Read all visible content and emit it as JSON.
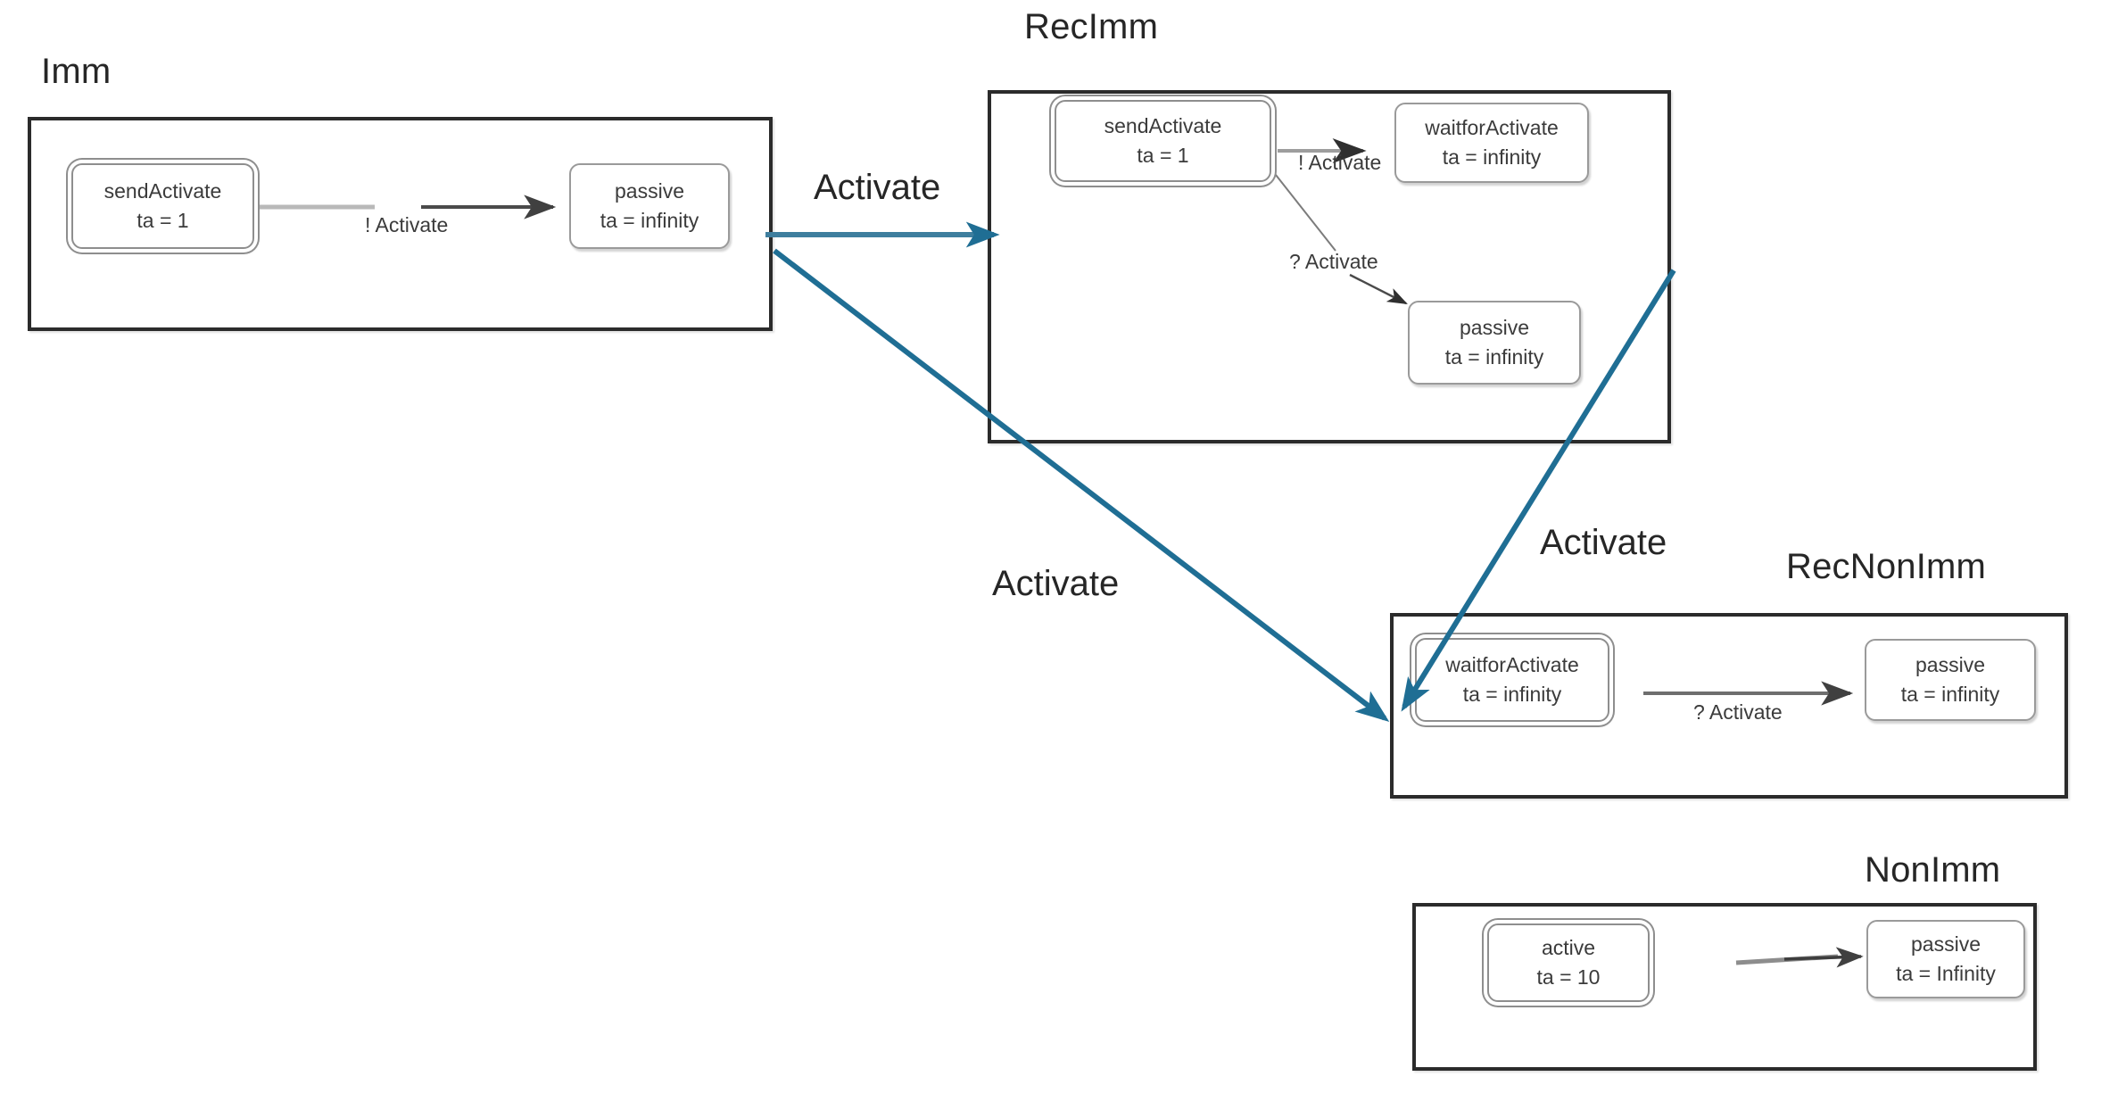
{
  "diagram": {
    "title": "DEVS coupled model activation diagram",
    "accent_blue": "#1F6E94",
    "state_border": "#9a9a9a",
    "container_border": "#2b2b2b",
    "text_color": "#3b3b3b"
  },
  "models": {
    "imm": {
      "caption": "Imm",
      "states": [
        {
          "name": "sendActivate",
          "ta": "ta = 1",
          "initial": true
        },
        {
          "name": "passive",
          "ta": "ta = infinity",
          "initial": false
        }
      ],
      "transitions": [
        {
          "label": "! Activate"
        }
      ]
    },
    "recimm": {
      "caption": "RecImm",
      "states": [
        {
          "name": "sendActivate",
          "ta": "ta = 1",
          "initial": true
        },
        {
          "name": "waitforActivate",
          "ta": "ta = infinity",
          "initial": false
        },
        {
          "name": "passive",
          "ta": "ta = infinity",
          "initial": false
        }
      ],
      "transitions": [
        {
          "label": "! Activate"
        },
        {
          "label": "? Activate"
        }
      ]
    },
    "recnonimm": {
      "caption": "RecNonImm",
      "states": [
        {
          "name": "waitforActivate",
          "ta": "ta = infinity",
          "initial": true
        },
        {
          "name": "passive",
          "ta": "ta = infinity",
          "initial": false
        }
      ],
      "transitions": [
        {
          "label": "? Activate"
        }
      ]
    },
    "nonimm": {
      "caption": "NonImm",
      "states": [
        {
          "name": "active",
          "ta": "ta = 10",
          "initial": true
        },
        {
          "name": "passive",
          "ta": "ta = Infinity",
          "initial": false
        }
      ],
      "transitions": [
        {
          "label": ""
        }
      ]
    }
  },
  "couplings": [
    {
      "label": "Activate",
      "from": "imm",
      "to": "recimm"
    },
    {
      "label": "Activate",
      "from": "imm",
      "to": "recnonimm"
    },
    {
      "label": "Activate",
      "from": "recimm",
      "to": "recnonimm"
    }
  ]
}
